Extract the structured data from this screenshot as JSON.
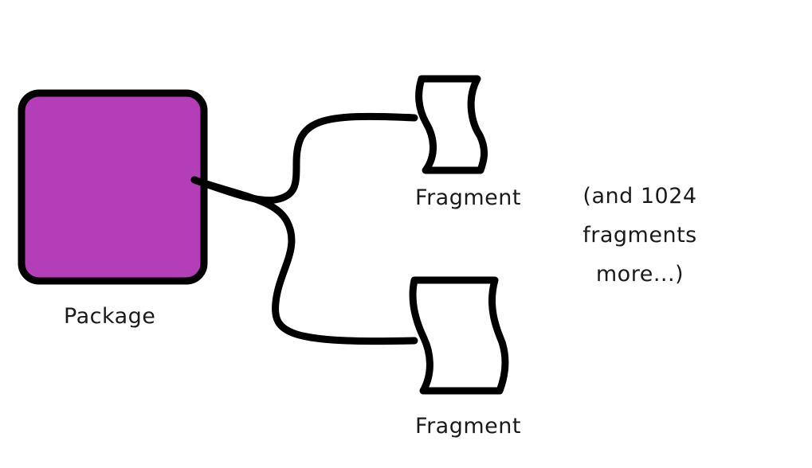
{
  "diagram": {
    "package": {
      "label": "Package",
      "fill_color": "#b43db8"
    },
    "fragments": [
      {
        "label": "Fragment"
      },
      {
        "label": "Fragment"
      }
    ],
    "note": {
      "lines": [
        "(and 1024",
        "fragments",
        "more...)"
      ]
    }
  }
}
